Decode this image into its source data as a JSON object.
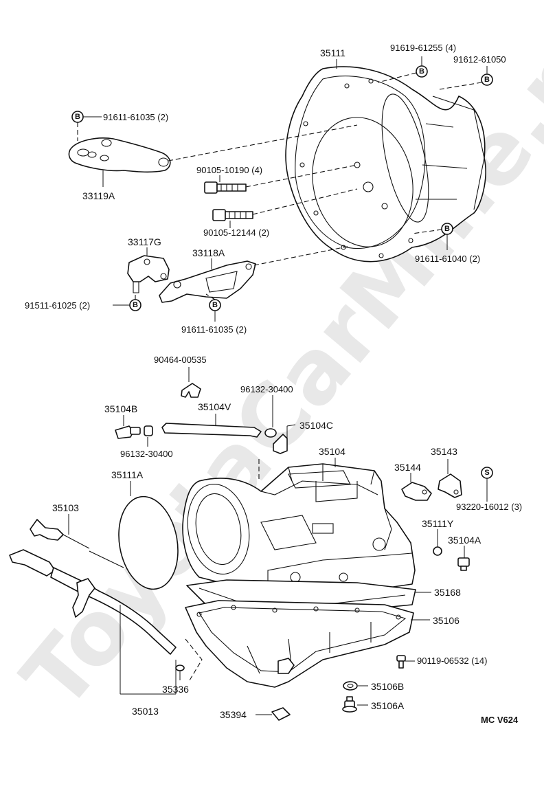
{
  "watermark": "ToyotaCarMine.ru",
  "figure_code": "MC V624",
  "marks": {
    "b": "B",
    "s": "S"
  },
  "labels": {
    "p35111": "35111",
    "p91619": "91619-61255 (4)",
    "p91612": "91612-61050",
    "p91611_top": "91611-61035 (2)",
    "p90105_10190": "90105-10190 (4)",
    "p33119a": "33119A",
    "p90105_12144": "90105-12144 (2)",
    "p33117g": "33117G",
    "p33118a": "33118A",
    "p91611_61040": "91611-61040 (2)",
    "p91511": "91511-61025 (2)",
    "p91611_mid": "91611-61035 (2)",
    "p90464": "90464-00535",
    "p96132_top": "96132-30400",
    "p35104b": "35104B",
    "p35104v": "35104V",
    "p35104c": "35104C",
    "p96132_bot": "96132-30400",
    "p35104": "35104",
    "p35143": "35143",
    "p35144": "35144",
    "p35111a": "35111A",
    "p93220": "93220-16012 (3)",
    "p35103": "35103",
    "p35111y": "35111Y",
    "p35104a": "35104A",
    "p35168": "35168",
    "p35106": "35106",
    "p90119": "90119-06532 (14)",
    "p35336": "35336",
    "p35106b": "35106B",
    "p35013": "35013",
    "p35394": "35394",
    "p35106a": "35106A"
  }
}
